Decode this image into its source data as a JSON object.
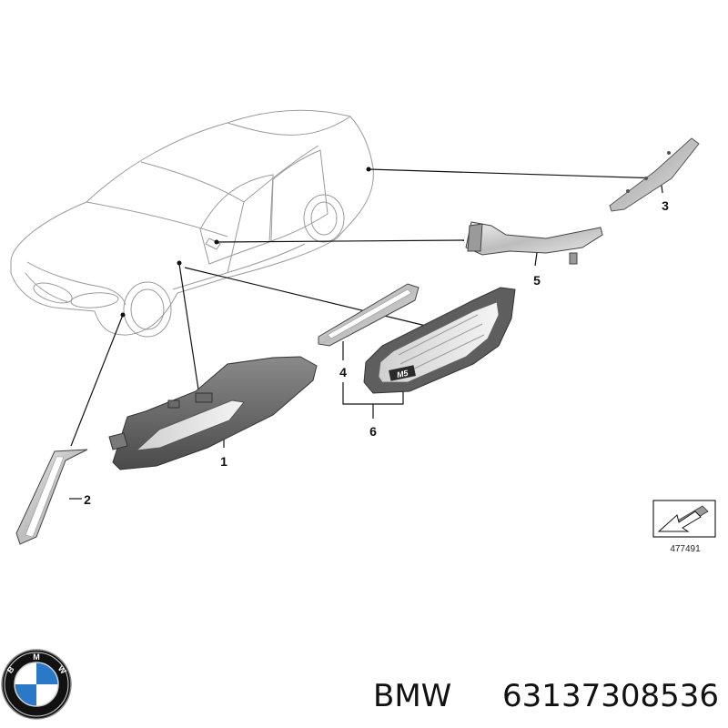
{
  "diagram": {
    "callouts": [
      {
        "id": "1",
        "label": "1"
      },
      {
        "id": "2",
        "label": "2"
      },
      {
        "id": "3",
        "label": "3"
      },
      {
        "id": "4",
        "label": "4"
      },
      {
        "id": "5",
        "label": "5"
      },
      {
        "id": "6",
        "label": "6"
      }
    ],
    "reference_number": "477491",
    "badge_text": "M5"
  },
  "footer": {
    "brand": "BMW",
    "part_number": "63137308536",
    "logo_letters": [
      "B",
      "M",
      "W"
    ]
  },
  "colors": {
    "lines": "#111111",
    "car_outline": "#9a9a9a",
    "part_dark": "#5c5c5c",
    "part_light": "#d8d8d8",
    "logo_blue": "#2a78c8",
    "logo_black": "#111111"
  }
}
